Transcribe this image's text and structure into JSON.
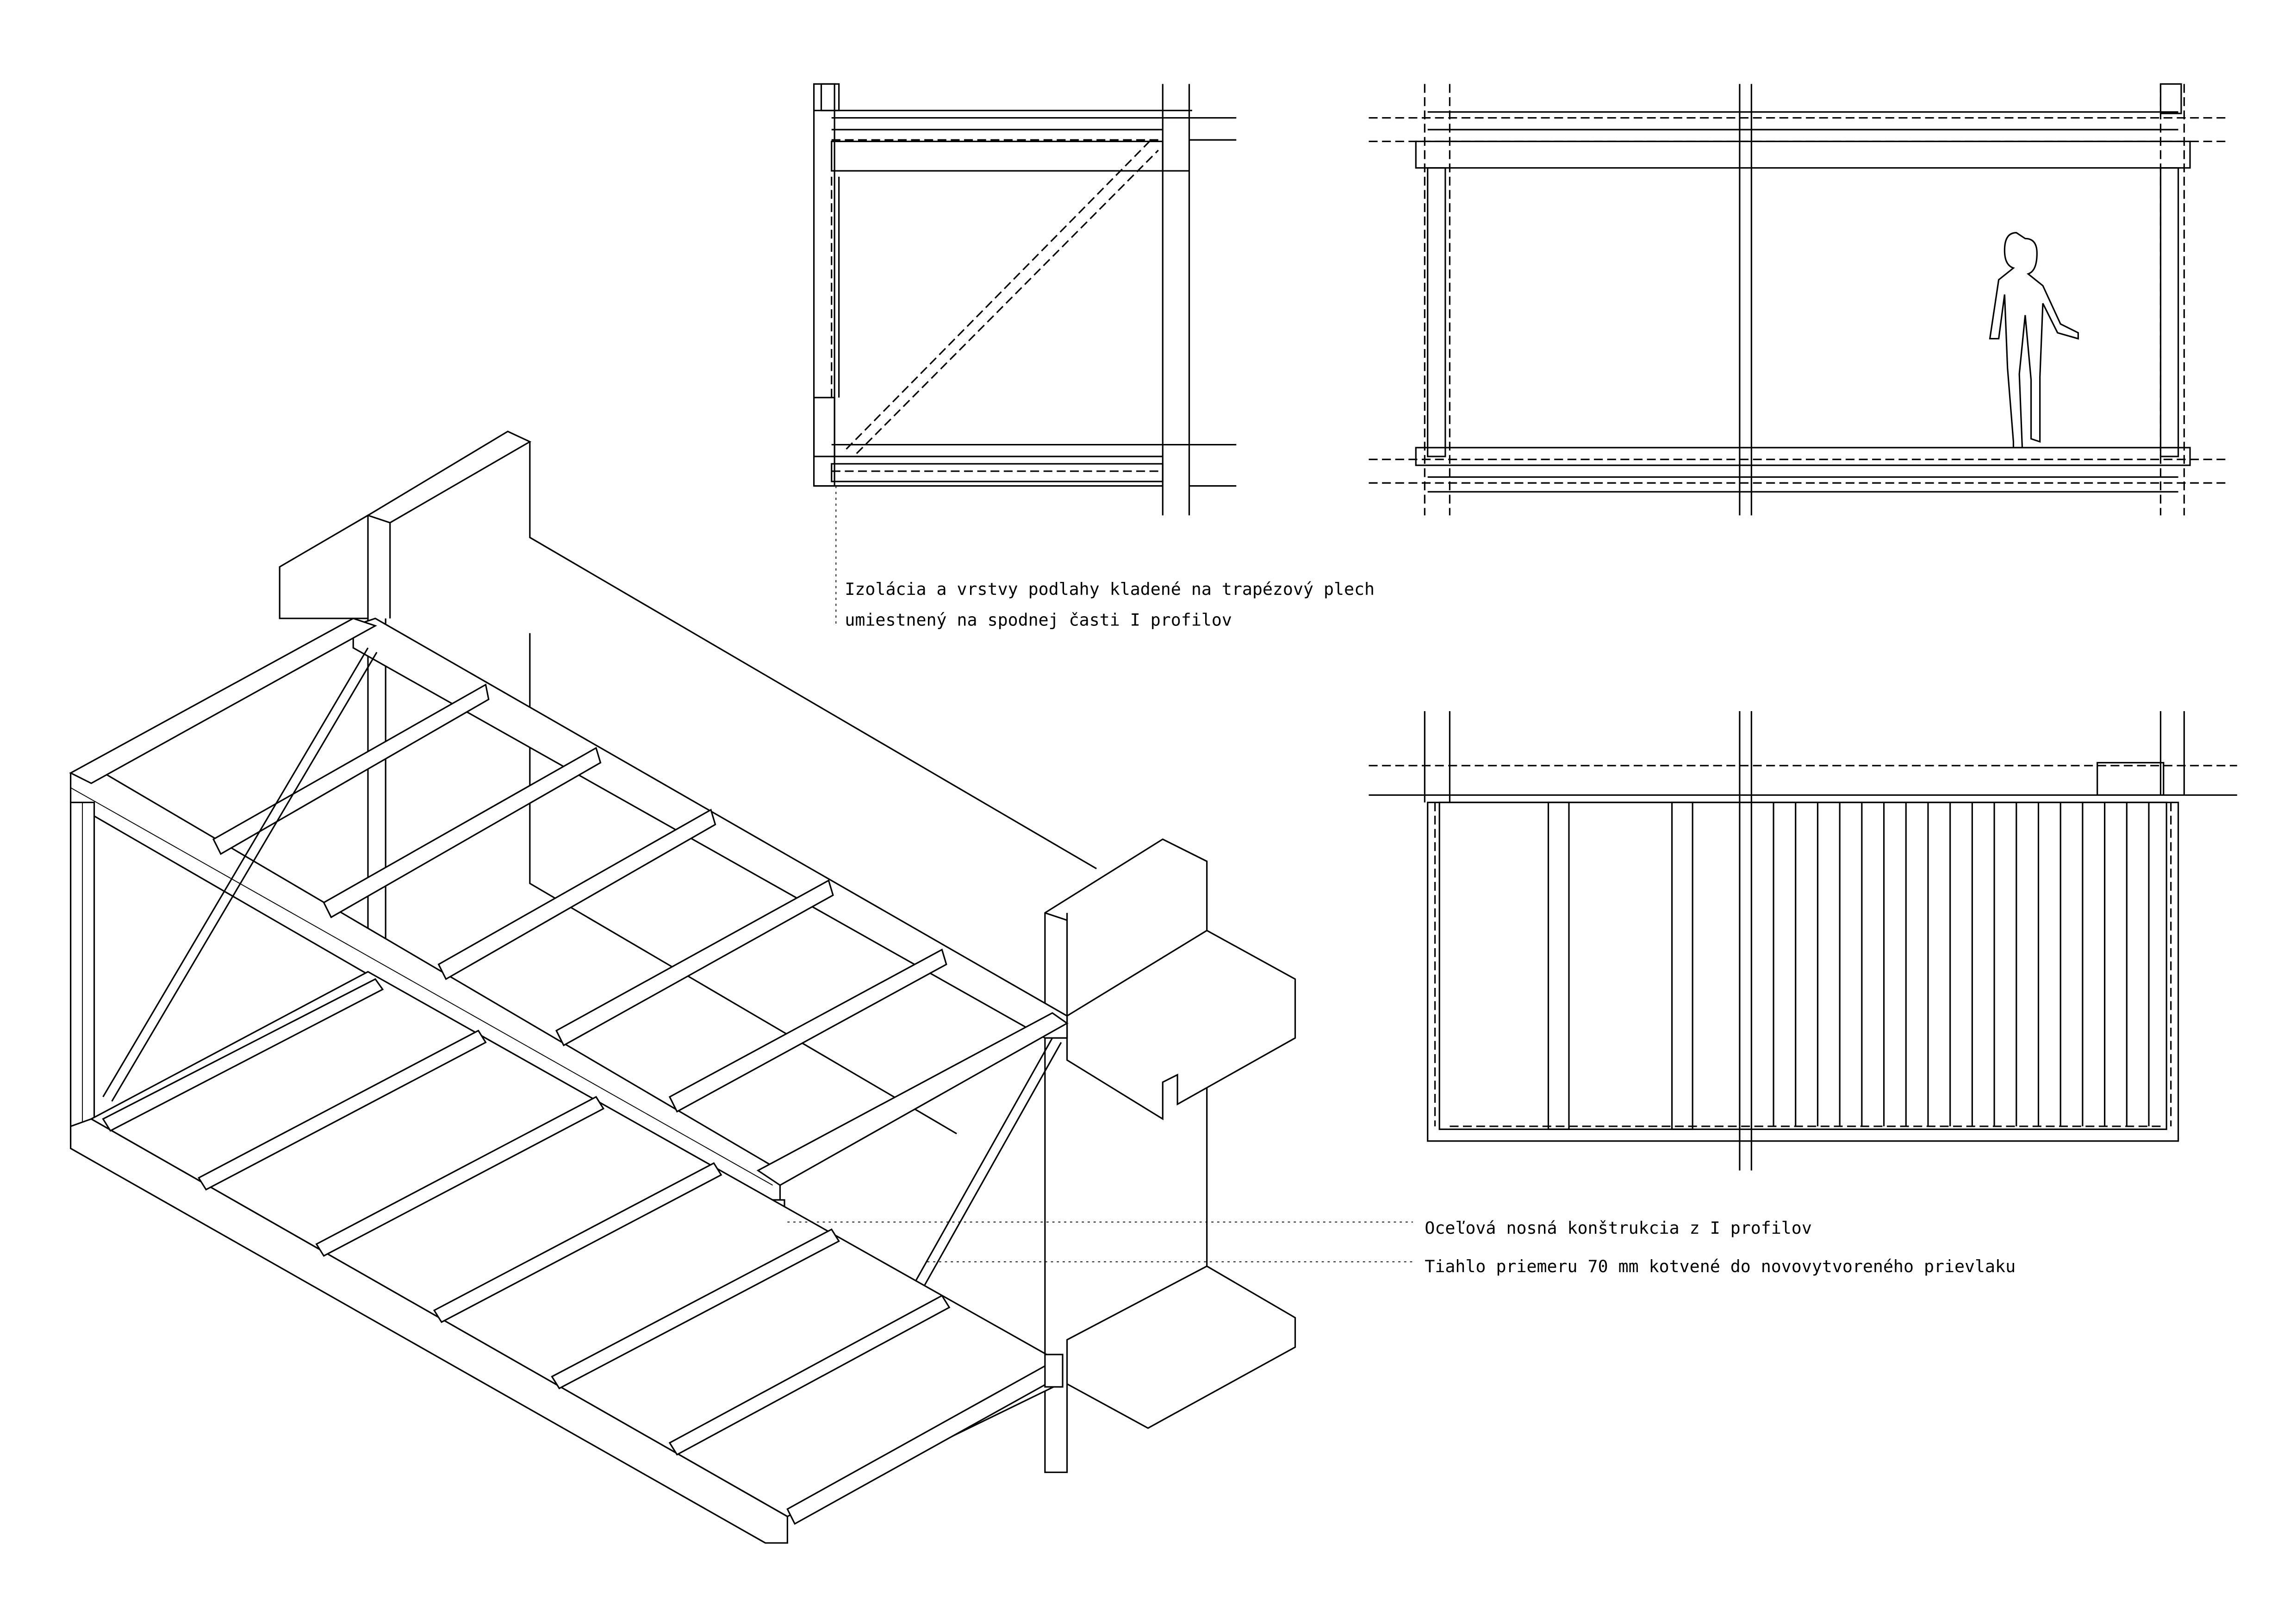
{
  "annotations": {
    "floor_insulation": {
      "line1": "Izolácia a vrstvy podlahy kladené na trapézový plech",
      "line2": "umiestnený na spodnej časti I profilov"
    },
    "steel_structure": "Oceľová nosná konštrukcia z I profilov",
    "tie_rod": "Tiahlo priemeru 70 mm kotvené do novovytvoreného prievlaku"
  }
}
